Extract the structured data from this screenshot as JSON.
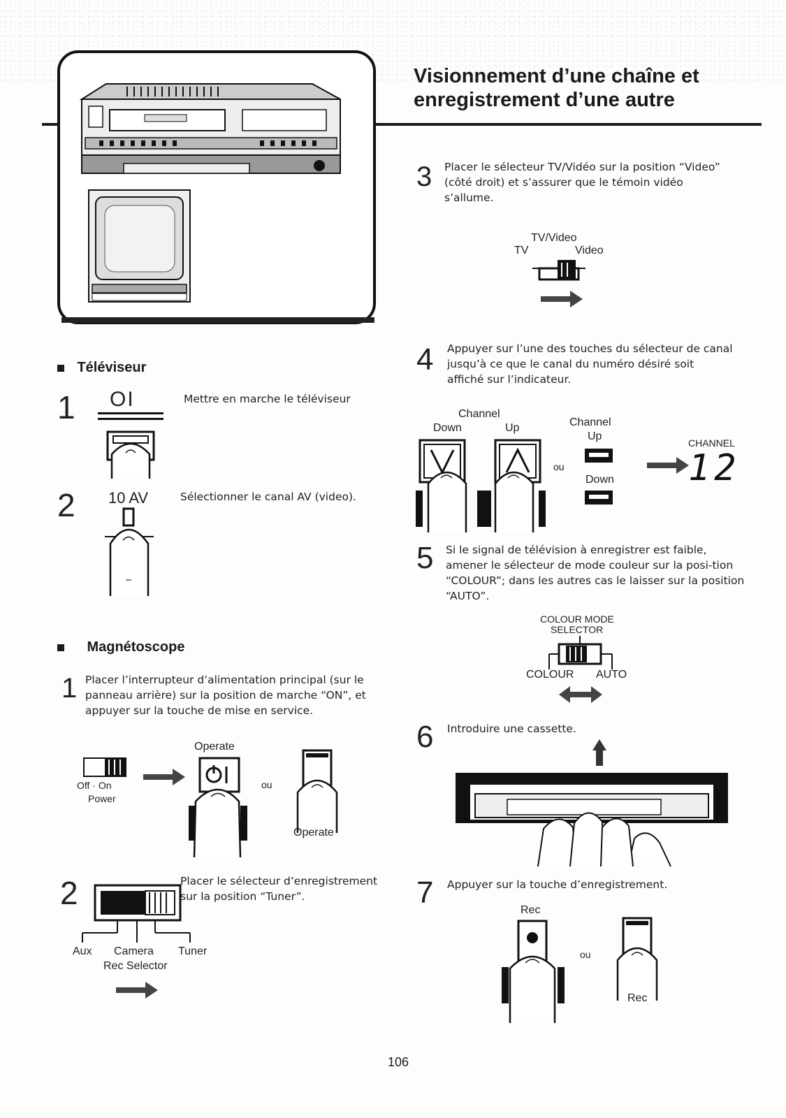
{
  "page": {
    "title_line1": "Visionnement d’une chaîne et",
    "title_line2": "enregistrement d’une autre",
    "page_number": "106"
  },
  "tv_section": {
    "heading": "Téléviseur",
    "steps": [
      {
        "number": "1",
        "label": "OI",
        "text": "Mettre en marche le téléviseur"
      },
      {
        "number": "2",
        "label": "10 AV",
        "text": "Sélectionner le canal AV (video)."
      }
    ]
  },
  "vcr_section": {
    "heading": "Magnétoscope",
    "step1": {
      "number": "1",
      "text": "Placer l’interrupteur d’alimentation principal (sur le panneau arrière) sur la position de marche “ON”, et appuyer sur la touche de mise en service."
    },
    "power_labels": {
      "off_on": "Off  · On",
      "power": "Power",
      "operate_top": "Operate",
      "ou": "ou",
      "operate_bottom": "Operate"
    },
    "step2": {
      "number": "2",
      "text": "Placer le sélecteur d’enregistrement sur la position “Tuner”."
    },
    "rec_selector": {
      "aux": "Aux",
      "camera": "Camera",
      "tuner": "Tuner",
      "name": "Rec Selector"
    }
  },
  "right_steps": {
    "step3": {
      "number": "3",
      "text": "Placer le sélecteur TV/Vidéo sur la position “Video” (côté droit) et s’assurer que le témoin vidéo s’allume."
    },
    "tvvideo": {
      "title": "TV/Video",
      "tv": "TV",
      "video": "Video"
    },
    "step4": {
      "number": "4",
      "text": "Appuyer sur l’une des touches du sélecteur de canal jusqu’à ce que le canal du numéro désiré soit affiché sur l’indicateur."
    },
    "channel": {
      "channel": "Channel",
      "down": "Down",
      "up": "Up",
      "ou": "ou",
      "channel2": "Channel",
      "up2": "Up",
      "down2": "Down",
      "display_label": "CHANNEL",
      "display_value": "12"
    },
    "step5": {
      "number": "5",
      "text": "Si le signal de télévision à enregistrer est faible, amener le sélecteur de mode couleur sur la posi-tion “COLOUR”; dans les autres cas le laisser sur la position “AUTO”."
    },
    "colour": {
      "title1": "COLOUR MODE",
      "title2": "SELECTOR",
      "colour": "COLOUR",
      "auto": "AUTO"
    },
    "step6": {
      "number": "6",
      "text": "Introduire une cassette."
    },
    "step7": {
      "number": "7",
      "text": "Appuyer sur la touche d’enregistrement."
    },
    "rec": {
      "rec_top": "Rec",
      "ou": "ou",
      "rec_bottom": "Rec"
    }
  }
}
